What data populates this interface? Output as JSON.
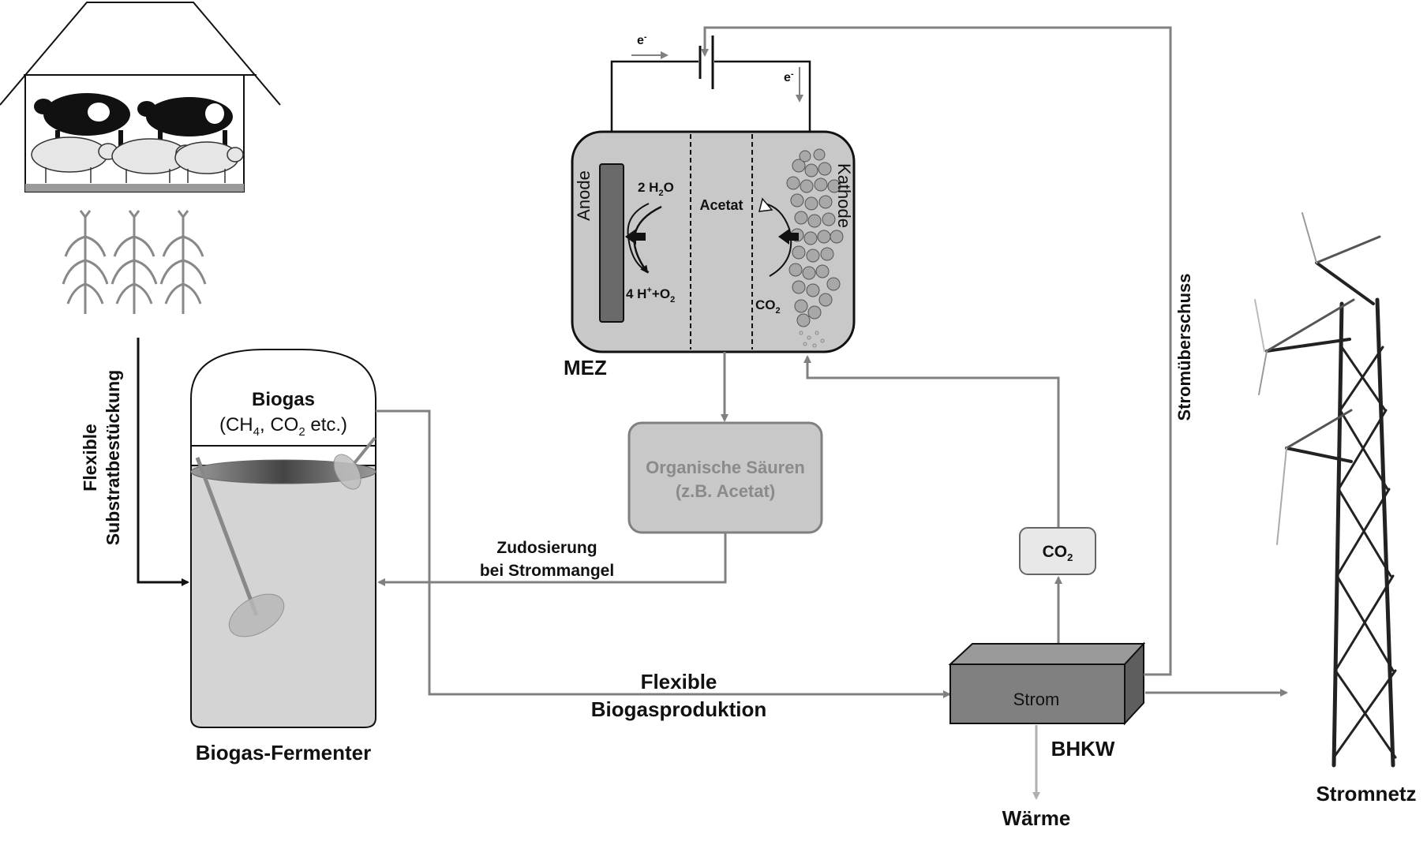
{
  "electrons": {
    "left": "e",
    "right": "e",
    "sup": "-"
  },
  "mez": {
    "label": "MEZ",
    "anode": "Anode",
    "kathode": "Kathode",
    "acetat": "Acetat",
    "water": {
      "pre": "2 H",
      "sub": "2",
      "post": "O"
    },
    "products": {
      "pre": "4 H",
      "sup": "+",
      "mid": "+O",
      "sub": "2"
    },
    "co2": {
      "pre": "CO",
      "sub": "2"
    }
  },
  "organic_acids": {
    "line1": "Organische Säuren",
    "line2": "(z.B. Acetat)"
  },
  "dosing": {
    "line1": "Zudosierung",
    "line2": "bei Strommangel"
  },
  "substrate": {
    "line1": "Flexible",
    "line2": "Substratbestückung"
  },
  "biogas": {
    "title": "Biogas",
    "comp_pre": "(CH",
    "comp_sub1": "4",
    "comp_mid": ", CO",
    "comp_sub2": "2",
    "comp_post": " etc.)"
  },
  "fermenter": {
    "label": "Biogas-Fermenter"
  },
  "production": {
    "line1": "Flexible",
    "line2": "Biogasproduktion"
  },
  "co2_box": {
    "pre": "CO",
    "sub": "2"
  },
  "bhkw": {
    "inner": "Strom",
    "label": "BHKW"
  },
  "heat": {
    "label": "Wärme"
  },
  "surplus": {
    "label": "Stromüberschuss"
  },
  "grid": {
    "label": "Stromnetz"
  },
  "colors": {
    "line_gray": "#808080",
    "mez_fill": "#c8c8c8",
    "bhkw_front": "#808080",
    "bhkw_top": "#9a9a9a",
    "bhkw_side": "#5e5e5e",
    "acids_text": "#8a8a8a"
  }
}
